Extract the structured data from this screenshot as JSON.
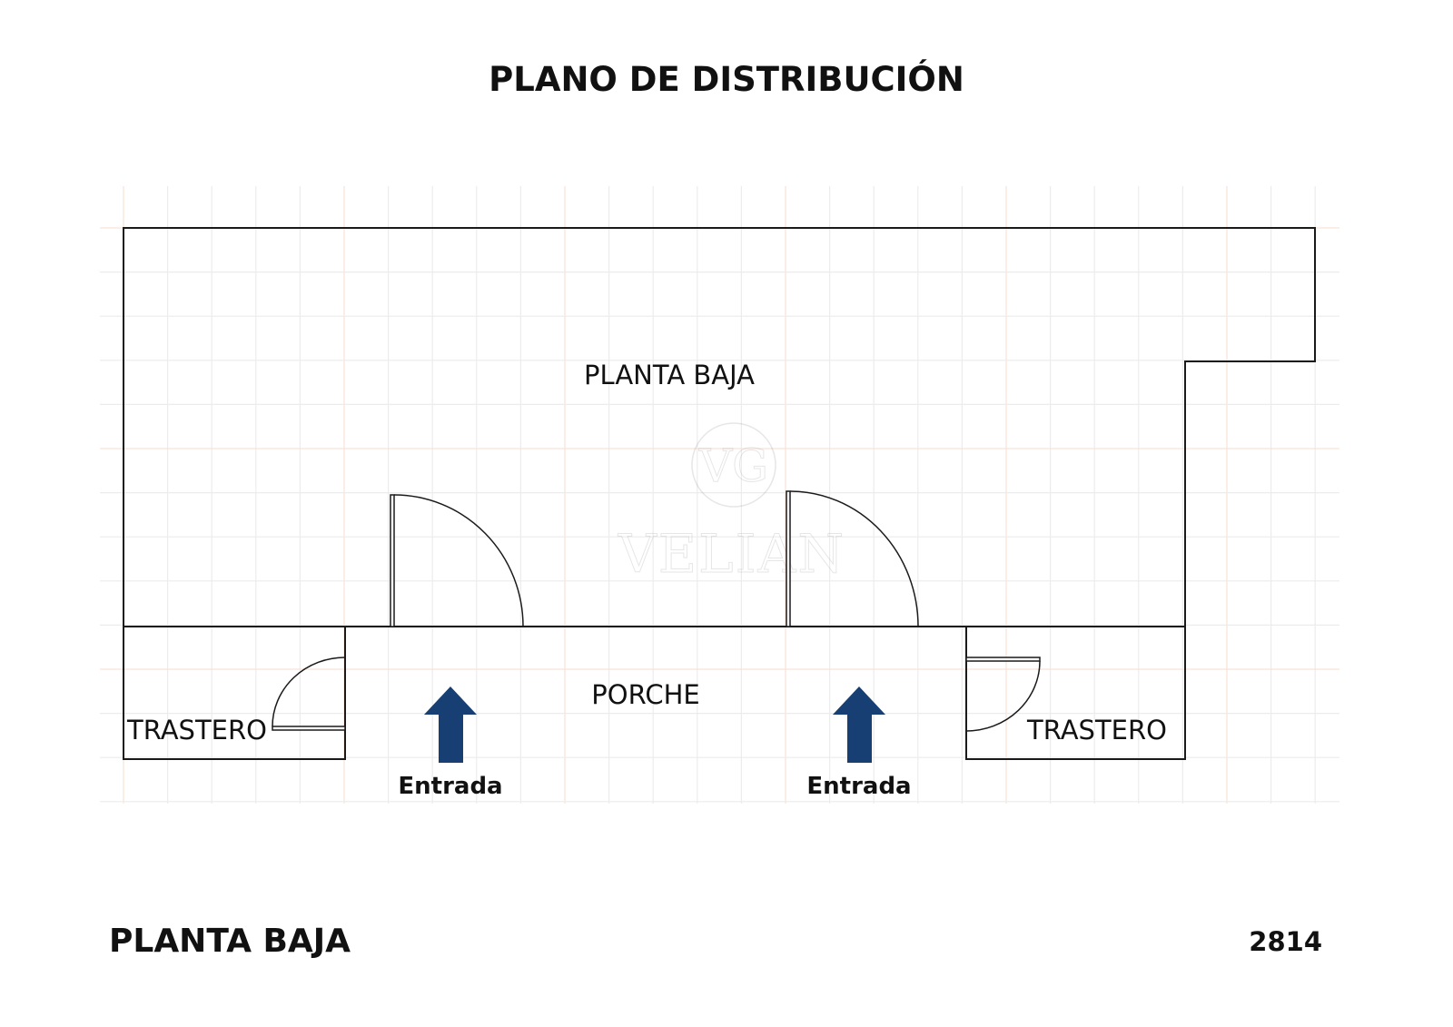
{
  "title": "PLANO DE DISTRIBUCIÓN",
  "rooms": {
    "main": "PLANTA BAJA",
    "porch": "PORCHE",
    "storage_left": "TRASTERO",
    "storage_right": "TRASTERO"
  },
  "entrances": [
    {
      "label": "Entrada"
    },
    {
      "label": "Entrada"
    }
  ],
  "watermark": {
    "monogram": "VG",
    "brand": "VELIAN"
  },
  "footer": {
    "floor": "PLANTA BAJA",
    "reference": "2814"
  },
  "colors": {
    "arrow": "#173f73",
    "wall": "#1a1a1a",
    "grid": "#ececec",
    "grid_major": "#f6e3d6"
  }
}
